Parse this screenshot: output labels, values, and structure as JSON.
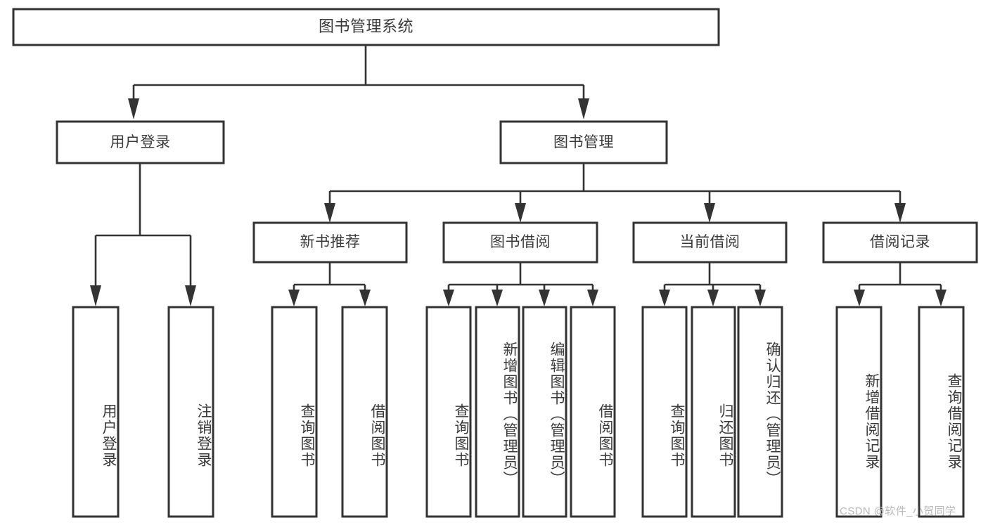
{
  "diagram": {
    "title": "图书管理系统",
    "type": "hierarchy-tree",
    "root": {
      "label": "图书管理系统"
    },
    "level2": [
      {
        "label": "用户登录"
      },
      {
        "label": "图书管理"
      }
    ],
    "level3": [
      {
        "label": "新书推荐"
      },
      {
        "label": "图书借阅"
      },
      {
        "label": "当前借阅"
      },
      {
        "label": "借阅记录"
      }
    ],
    "leaves": {
      "user_login": [
        {
          "label": "用户登录"
        },
        {
          "label": "注销登录"
        }
      ],
      "new_book": [
        {
          "label": "查询图书"
        },
        {
          "label": "借阅图书"
        }
      ],
      "book_borrow": [
        {
          "label": "查询图书"
        },
        {
          "label": "新增图书（管理员）"
        },
        {
          "label": "编辑图书（管理员）"
        },
        {
          "label": "借阅图书"
        }
      ],
      "current_borrow": [
        {
          "label": "查询图书"
        },
        {
          "label": "归还图书"
        },
        {
          "label": "确认归还（管理员）"
        }
      ],
      "borrow_record": [
        {
          "label": "新增借阅记录"
        },
        {
          "label": "查询借阅记录"
        }
      ]
    }
  },
  "watermark": {
    "text": "CSDN @软件_小贺同学"
  },
  "colors": {
    "box_stroke": "#333333",
    "box_fill": "#ffffff",
    "text": "#3a3a3a",
    "background": "#ffffff",
    "watermark": "#b9b9b9"
  }
}
